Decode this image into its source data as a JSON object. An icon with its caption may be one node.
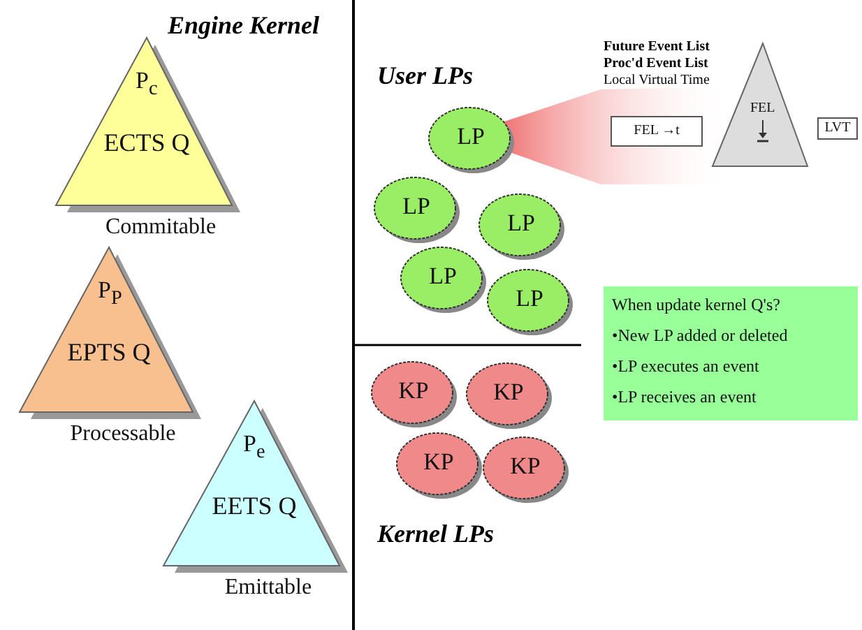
{
  "diagram": {
    "nodes": [
      {
        "text": [
          "P$_{c}$",
          "ECTS Q"
        ],
        "beside": [
          "Commitable"
        ]
      },
      {
        "text": [
          "P$_{P}$",
          "EPTS Q"
        ],
        "beside": [
          "Processable"
        ]
      },
      {
        "text": [
          "P$_{e}$",
          "EETS Q"
        ],
        "beside": [
          "Emittable"
        ]
      },
      {
        "text": [
          "LP"
        ]
      },
      {
        "text": [
          "LP"
        ]
      },
      {
        "text": [
          "LP"
        ]
      },
      {
        "text": [
          "LP"
        ]
      },
      {
        "text": [
          "LP"
        ]
      },
      {
        "text": [
          "FEL"
        ]
      },
      {
        "text": [
          "FEL →t"
        ]
      },
      {
        "text": [
          "LVT"
        ]
      },
      {
        "text": [
          "When update kernel Q's?",
          "•New LP added or deleted",
          "•LP executes an event",
          "•LP receives an event"
        ]
      },
      {
        "text": [
          "KP"
        ]
      },
      {
        "text": [
          "KP"
        ]
      },
      {
        "text": [
          "KP"
        ]
      },
      {
        "text": [
          "KP"
        ]
      }
    ],
    "labels": [
      "Engine Kernel",
      "User LPs",
      "Future Event List",
      "Proc'd Event List",
      "Local Virtual Time",
      "Kernel LPs"
    ]
  }
}
